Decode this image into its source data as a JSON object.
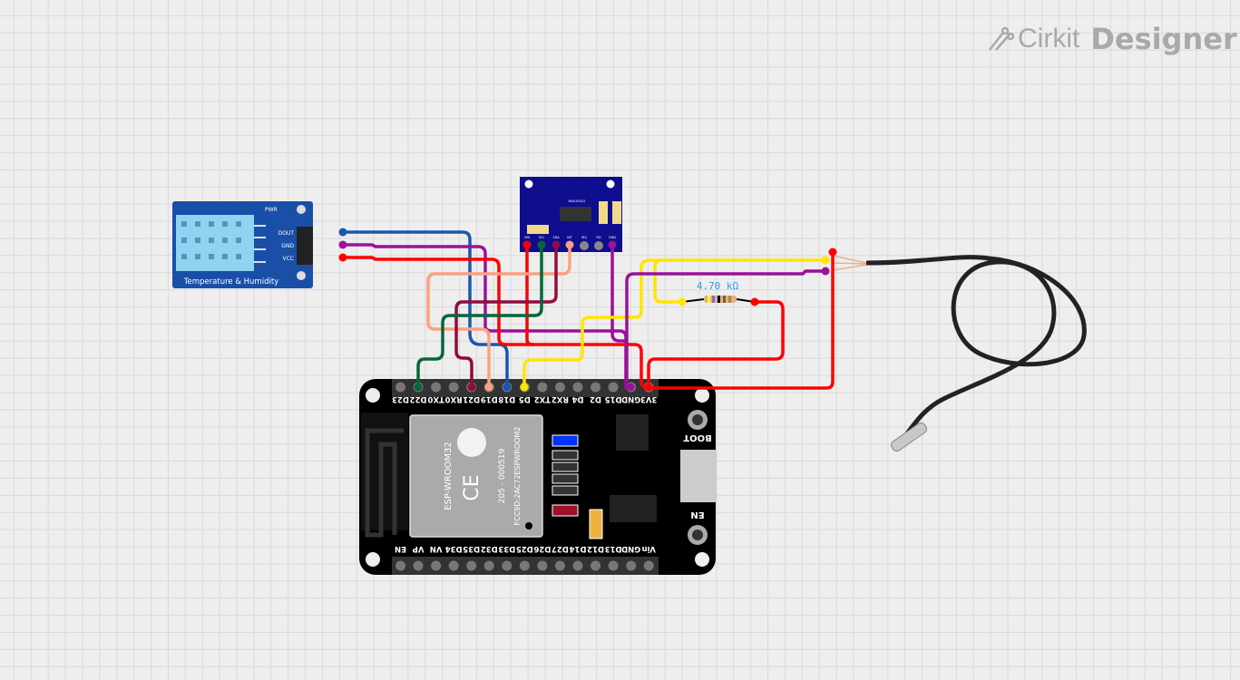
{
  "branding": {
    "logo_light": "Cirkit",
    "logo_bold": "Designer",
    "icon": "probe-wires-icon"
  },
  "dht": {
    "title": "Temperature & Humidity",
    "pwr": "PWR",
    "pins": [
      "DOUT",
      "GND",
      "VCC"
    ]
  },
  "max": {
    "chip": "MAX30102",
    "pins": [
      "VIN",
      "SCL",
      "SDA",
      "INT",
      "IRQ",
      "RD",
      "GND"
    ]
  },
  "resistor": {
    "value": "4.70 kΩ"
  },
  "esp32": {
    "module": [
      "ESP-WROOM32",
      "205 - 000519",
      "FCC9D:2AC72ESPWROOM2"
    ],
    "top_pins": [
      "D23",
      "D22",
      "TX0",
      "RX0",
      "D21",
      "D19",
      "D18",
      "D5",
      "TX2",
      "RX2",
      "D4",
      "D2",
      "D15",
      "GND",
      "3V3"
    ],
    "bottom_pins": [
      "EN",
      "VP",
      "VN",
      "D34",
      "D35",
      "D32",
      "D33",
      "D25",
      "D26",
      "D27",
      "D14",
      "D12",
      "D13",
      "GND",
      "Vin"
    ],
    "boot": "BOOT",
    "en": "EN"
  },
  "colors": {
    "blue": "#1a56b0",
    "purple": "#9b119b",
    "red": "#ff0000",
    "salmon": "#ff9f80",
    "maroon": "#900c3f",
    "green": "#086638",
    "yellow": "#ffe500"
  }
}
